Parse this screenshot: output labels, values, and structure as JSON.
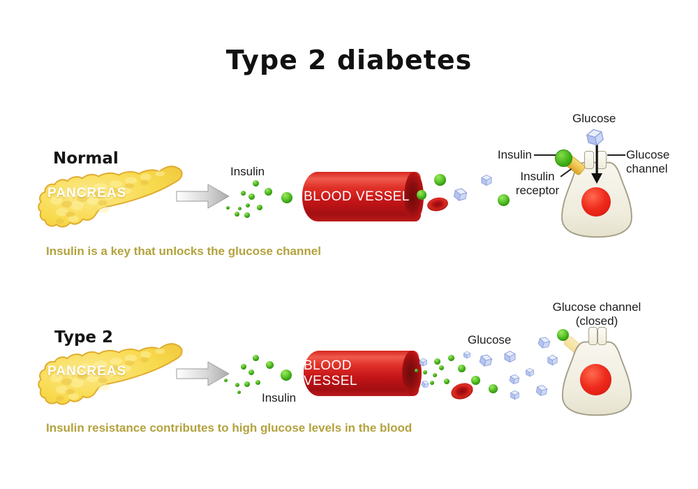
{
  "title": "Type 2 diabetes",
  "colors": {
    "insulin_green": "#4cb81e",
    "glucose_blue": "#b9c6f0",
    "vessel_red": "#c41518",
    "blood_cell_red": "#b31214",
    "cell_beige": "#efecdd",
    "nucleus_red": "#e31b15",
    "pancreas_yellow": "#f8da4d",
    "receptor_gold": "#eec04a",
    "caption_olive": "#b3a23d",
    "arrow_gray": "#c9c9c9"
  },
  "row1": {
    "row_label": "Normal",
    "pancreas_label": "PANCREAS",
    "insulin_label": "Insulin",
    "vessel_label": "BLOOD VESSEL",
    "glucose_label": "Glucose",
    "glucose_channel_line1": "Glucose",
    "glucose_channel_line2": "channel",
    "insulin_callout_label": "Insulin",
    "insulin_receptor_line1": "Insulin",
    "insulin_receptor_line2": "receptor",
    "caption": "Insulin is a key that unlocks the glucose channel"
  },
  "row2": {
    "row_label": "Type 2",
    "pancreas_label": "PANCREAS",
    "insulin_label": "Insulin",
    "vessel_label": "BLOOD VESSEL",
    "glucose_label": "Glucose",
    "channel_closed_line1": "Glucose channel",
    "channel_closed_line2": "(closed)",
    "caption": "Insulin resistance contributes to high glucose levels in the blood"
  }
}
